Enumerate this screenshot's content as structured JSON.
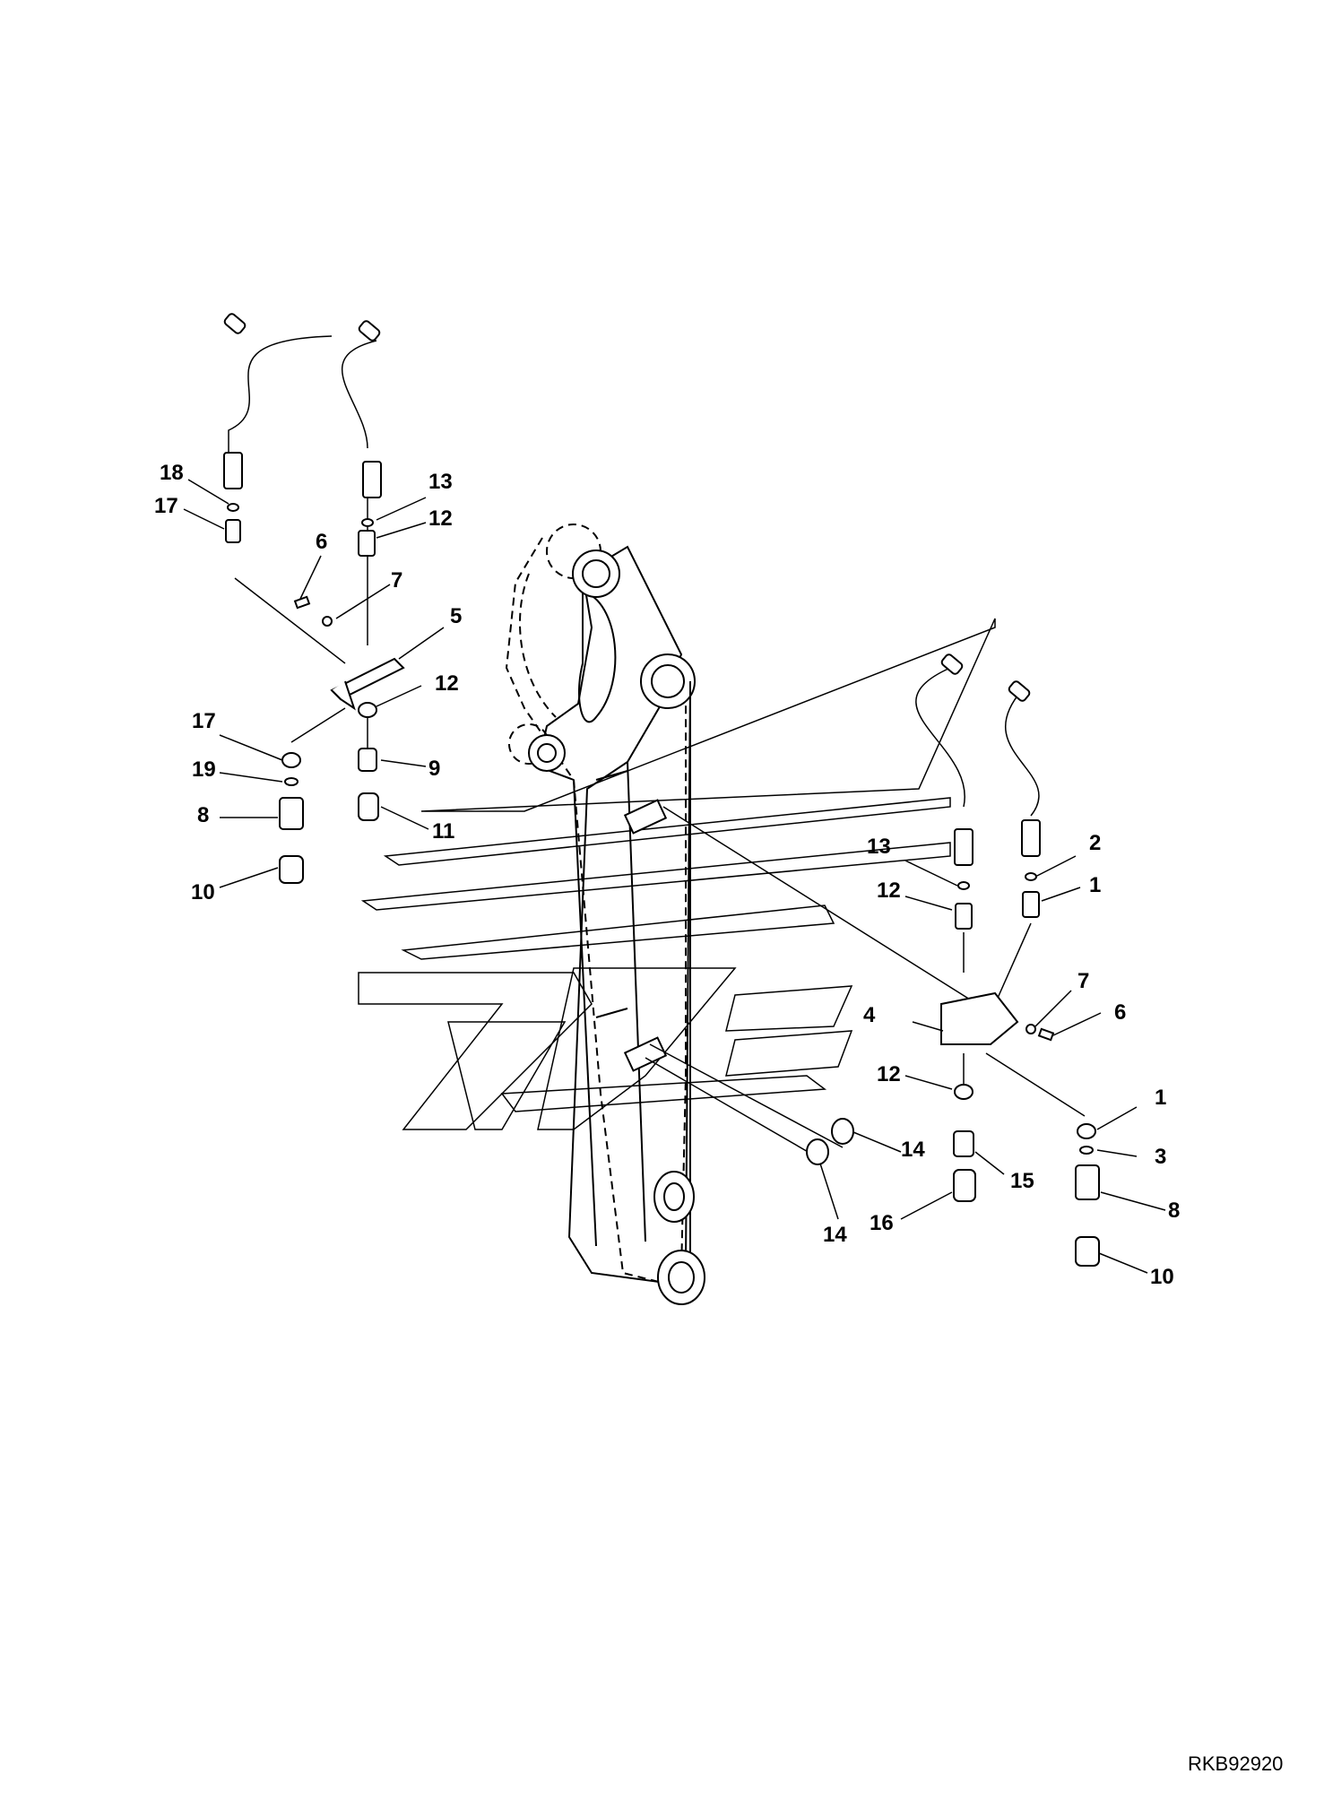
{
  "diagram": {
    "reference_code": "RKB92920",
    "callouts": [
      {
        "id": "c18",
        "label": "18"
      },
      {
        "id": "c17a",
        "label": "17"
      },
      {
        "id": "c13a",
        "label": "13"
      },
      {
        "id": "c12a",
        "label": "12"
      },
      {
        "id": "c6a",
        "label": "6"
      },
      {
        "id": "c7a",
        "label": "7"
      },
      {
        "id": "c5",
        "label": "5"
      },
      {
        "id": "c12b",
        "label": "12"
      },
      {
        "id": "c17b",
        "label": "17"
      },
      {
        "id": "c19",
        "label": "19"
      },
      {
        "id": "c9",
        "label": "9"
      },
      {
        "id": "c8a",
        "label": "8"
      },
      {
        "id": "c11",
        "label": "11"
      },
      {
        "id": "c10a",
        "label": "10"
      },
      {
        "id": "c13b",
        "label": "13"
      },
      {
        "id": "c2",
        "label": "2"
      },
      {
        "id": "c12c",
        "label": "12"
      },
      {
        "id": "c1a",
        "label": "1"
      },
      {
        "id": "c7b",
        "label": "7"
      },
      {
        "id": "c4",
        "label": "4"
      },
      {
        "id": "c6b",
        "label": "6"
      },
      {
        "id": "c12d",
        "label": "12"
      },
      {
        "id": "c1b",
        "label": "1"
      },
      {
        "id": "c3",
        "label": "3"
      },
      {
        "id": "c14a",
        "label": "14"
      },
      {
        "id": "c15",
        "label": "15"
      },
      {
        "id": "c8b",
        "label": "8"
      },
      {
        "id": "c14b",
        "label": "14"
      },
      {
        "id": "c16",
        "label": "16"
      },
      {
        "id": "c10b",
        "label": "10"
      }
    ]
  }
}
